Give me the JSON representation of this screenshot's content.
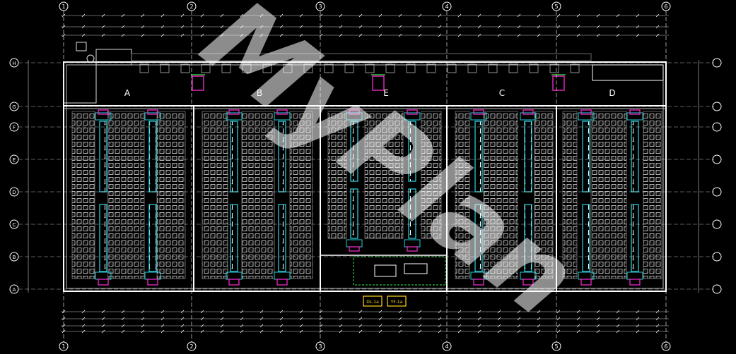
{
  "drawing": {
    "column_axes_top": [
      "1",
      "2",
      "3",
      "4",
      "5",
      "6"
    ],
    "column_axes_bottom": [
      "1",
      "2",
      "3",
      "4",
      "5",
      "6"
    ],
    "row_axes_left": [
      "H",
      "G",
      "F",
      "E",
      "D",
      "C",
      "B",
      "A"
    ],
    "zone_labels": [
      "A",
      "B",
      "E",
      "C",
      "D"
    ],
    "legend_box_1": "DL-1a",
    "legend_box_2": "YF-1a",
    "watermark": "MyPlan",
    "colors": {
      "background": "#000000",
      "wall": "#ffffff",
      "bay": "#29c9d4",
      "fixture": "#ff2bd6",
      "accent": "#38e64a",
      "legend_box": "#ffd21a",
      "watermark": "#ffffff"
    }
  }
}
